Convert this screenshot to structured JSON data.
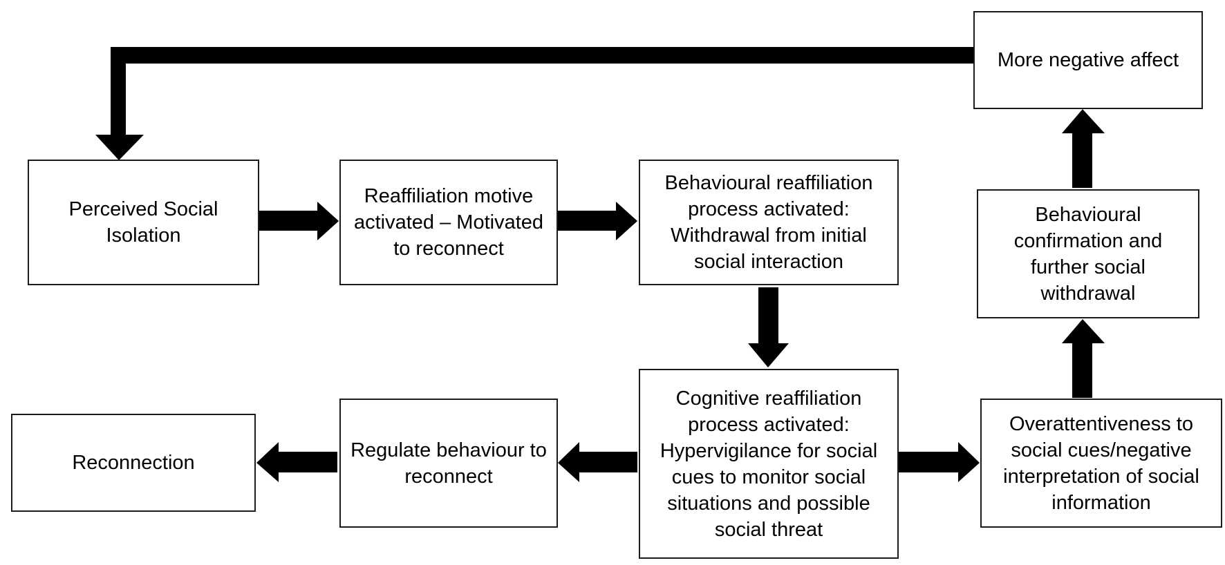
{
  "nodes": {
    "perceived_isolation": "Perceived Social Isolation",
    "reaffiliation_motive": "Reaffiliation motive activated – Motivated to reconnect",
    "behavioural_reaffiliation": "Behavioural reaffiliation process activated: Withdrawal from initial social interaction",
    "more_negative_affect": "More negative affect",
    "behavioural_confirmation": "Behavioural confirmation and further social withdrawal",
    "cognitive_reaffiliation": "Cognitive reaffiliation process activated: Hypervigilance for social cues to monitor social situations and possible social threat",
    "overattentiveness": "Overattentiveness to social cues/negative interpretation of social information",
    "regulate_behaviour": "Regulate behaviour to reconnect",
    "reconnection": "Reconnection"
  },
  "colors": {
    "arrow": "#000000",
    "border": "#1a1a1a",
    "background": "#ffffff"
  }
}
